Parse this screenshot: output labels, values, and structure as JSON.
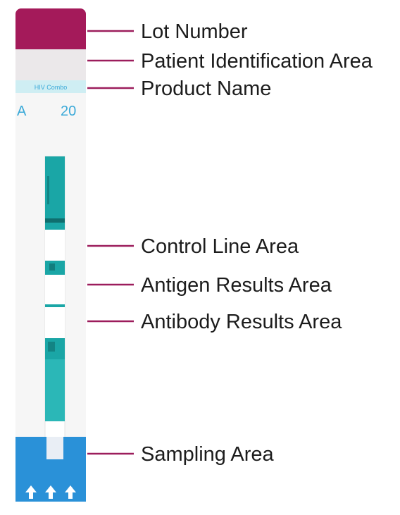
{
  "strip": {
    "band_text": "HIV Combo",
    "left_letter": "A",
    "number": "20",
    "colors": {
      "lot_cap": "#a41a5a",
      "patient_band": "#ebe8ea",
      "product_band": "#cfeef3",
      "product_text": "#3aa9d8",
      "strip_body": "#f6f6f6",
      "teal": "#1aa6a6",
      "teal_dark": "#0f6e6e",
      "sampling": "#2a91d8",
      "callout_line": "#9c1d5c"
    }
  },
  "labels": {
    "lot_number": "Lot Number",
    "patient_id_area": "Patient Identification Area",
    "product_name": "Product Name",
    "control_line_area": "Control Line Area",
    "antigen_results_area": "Antigen Results Area",
    "antibody_results_area": "Antibody Results Area",
    "sampling_area": "Sampling Area"
  },
  "icons": [
    "arrow-up-icon",
    "arrow-up-icon",
    "arrow-up-icon"
  ]
}
